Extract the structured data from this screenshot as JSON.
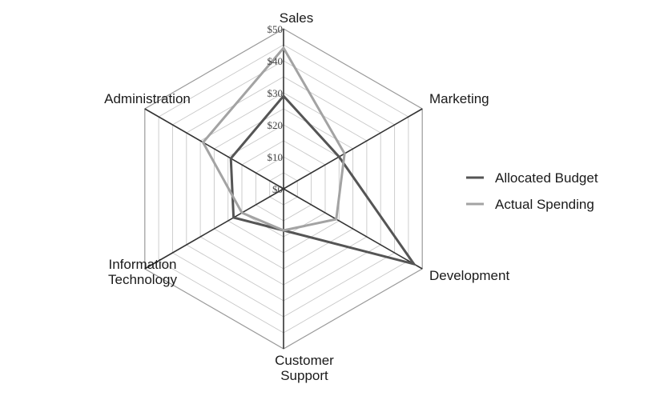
{
  "chart_data": {
    "type": "radar",
    "axes": [
      "Sales",
      "Marketing",
      "Development",
      "Customer Support",
      "Information Technology",
      "Administration"
    ],
    "axis_label_lines": [
      [
        "Sales"
      ],
      [
        "Marketing"
      ],
      [
        "Development"
      ],
      [
        "Customer",
        "Support"
      ],
      [
        "Information",
        "Technology"
      ],
      [
        "Administration"
      ]
    ],
    "r_range": [
      0,
      50
    ],
    "ticks": [
      0,
      10,
      20,
      30,
      40,
      50
    ],
    "tick_labels": [
      "$0",
      "$10",
      "$20",
      "$30",
      "$40",
      "$50"
    ],
    "grid": true,
    "legend_position": "right",
    "series": [
      {
        "name": "Allocated Budget",
        "color": "#555555",
        "values": [
          29,
          20,
          47,
          13,
          18,
          19
        ]
      },
      {
        "name": "Actual Spending",
        "color": "#a3a3a3",
        "values": [
          44,
          22,
          19,
          13,
          15,
          29
        ]
      }
    ]
  }
}
